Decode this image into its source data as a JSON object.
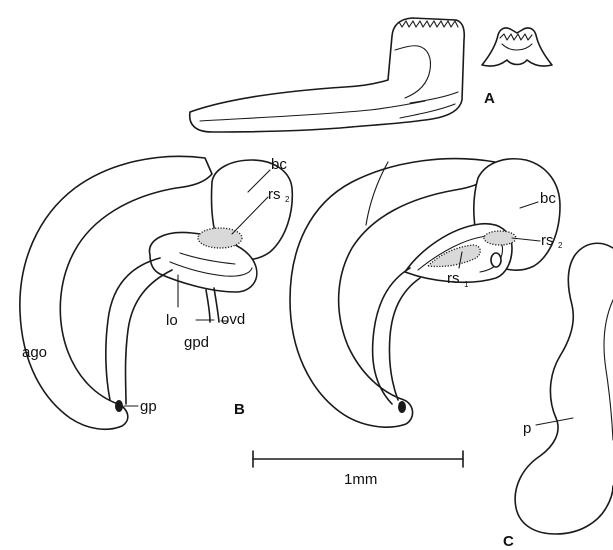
{
  "panel_letters": {
    "a": "A",
    "b": "B",
    "c": "C"
  },
  "labels_b": {
    "bc": "bc",
    "rs": "rs",
    "rs_sub": "2",
    "lo": "lo",
    "ovd": "ovd",
    "gpd": "gpd",
    "ago": "ago",
    "gp": "gp"
  },
  "labels_b2": {
    "bc": "bc",
    "rs2": "rs",
    "rs2_sub": "2",
    "rs1": "rs",
    "rs1_sub": "1"
  },
  "labels_c": {
    "p": "p"
  },
  "scale_bar": {
    "label": "1mm"
  }
}
